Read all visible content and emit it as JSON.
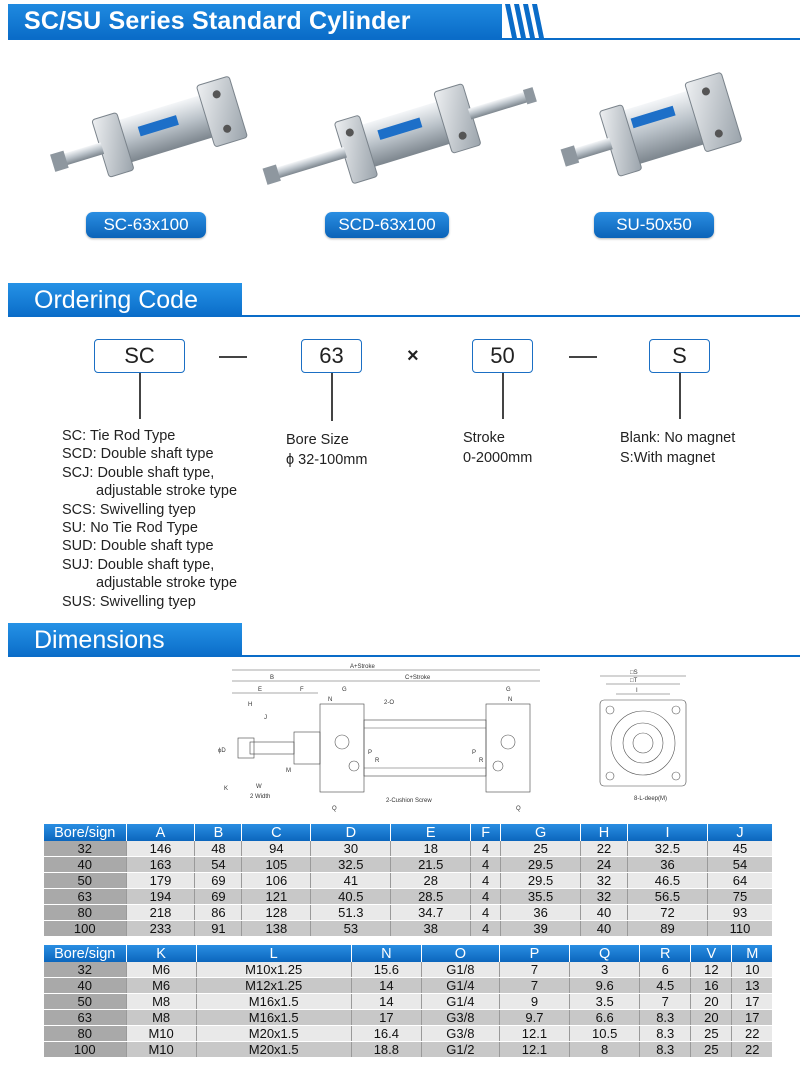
{
  "title": "SC/SU Series Standard Cylinder",
  "colors": {
    "brand_blue": "#0a6cc8",
    "table_header": "#1b73c7",
    "row_dark": "#c8c8c8",
    "row_light": "#e9e9e9"
  },
  "products": [
    {
      "label": "SC-63x100"
    },
    {
      "label": "SCD-63x100"
    },
    {
      "label": "SU-50x50"
    }
  ],
  "sections": {
    "ordering": "Ordering Code",
    "dimensions": "Dimensions"
  },
  "ordering": {
    "boxes": [
      "SC",
      "63",
      "50",
      "S"
    ],
    "times": "×",
    "type_lines": [
      "SC: Tie Rod Type",
      "SCD: Double shaft type",
      "SCJ: Double shaft type,",
      "adjustable stroke type",
      "SCS: Swivelling tyep",
      "SU: No Tie Rod Type",
      "SUD: Double shaft type",
      "SUJ: Double shaft type,",
      "adjustable stroke type",
      "SUS: Swivelling tyep"
    ],
    "bore_title": "Bore Size",
    "bore_range": "ϕ 32-100mm",
    "stroke_title": "Stroke",
    "stroke_range": "0-2000mm",
    "magnet_1": "Blank: No magnet",
    "magnet_2": "S:With magnet"
  },
  "drawing_labels": {
    "a_stroke": "A+Stroke",
    "c_stroke": "C+Stroke",
    "b": "B",
    "e": "E",
    "f": "F",
    "g": "G",
    "h": "H",
    "j": "J",
    "n": "N",
    "two_o": "2-O",
    "p": "P",
    "r": "R",
    "d": "ϕD",
    "k": "K",
    "w": "W",
    "width": "2 Width",
    "m": "M",
    "q": "Q",
    "cushion": "2-Cushion Screw",
    "s": "□S",
    "t": "□T",
    "i": "I",
    "l_deep": "8-L-deep(M)"
  },
  "table1": {
    "headers": [
      "Bore/sign",
      "A",
      "B",
      "C",
      "D",
      "E",
      "F",
      "G",
      "H",
      "I",
      "J"
    ],
    "rows": [
      [
        "32",
        "146",
        "48",
        "94",
        "30",
        "18",
        "4",
        "25",
        "22",
        "32.5",
        "45"
      ],
      [
        "40",
        "163",
        "54",
        "105",
        "32.5",
        "21.5",
        "4",
        "29.5",
        "24",
        "36",
        "54"
      ],
      [
        "50",
        "179",
        "69",
        "106",
        "41",
        "28",
        "4",
        "29.5",
        "32",
        "46.5",
        "64"
      ],
      [
        "63",
        "194",
        "69",
        "121",
        "40.5",
        "28.5",
        "4",
        "35.5",
        "32",
        "56.5",
        "75"
      ],
      [
        "80",
        "218",
        "86",
        "128",
        "51.3",
        "34.7",
        "4",
        "36",
        "40",
        "72",
        "93"
      ],
      [
        "100",
        "233",
        "91",
        "138",
        "53",
        "38",
        "4",
        "39",
        "40",
        "89",
        "110"
      ]
    ]
  },
  "table2": {
    "headers": [
      "Bore/sign",
      "K",
      "L",
      "N",
      "O",
      "P",
      "Q",
      "R",
      "V",
      "M"
    ],
    "rows": [
      [
        "32",
        "M6",
        "M10x1.25",
        "15.6",
        "G1/8",
        "7",
        "3",
        "6",
        "12",
        "10"
      ],
      [
        "40",
        "M6",
        "M12x1.25",
        "14",
        "G1/4",
        "7",
        "9.6",
        "4.5",
        "16",
        "13"
      ],
      [
        "50",
        "M8",
        "M16x1.5",
        "14",
        "G1/4",
        "9",
        "3.5",
        "7",
        "20",
        "17"
      ],
      [
        "63",
        "M8",
        "M16x1.5",
        "17",
        "G3/8",
        "9.7",
        "6.6",
        "8.3",
        "20",
        "17"
      ],
      [
        "80",
        "M10",
        "M20x1.5",
        "16.4",
        "G3/8",
        "12.1",
        "10.5",
        "8.3",
        "25",
        "22"
      ],
      [
        "100",
        "M10",
        "M20x1.5",
        "18.8",
        "G1/2",
        "12.1",
        "8",
        "8.3",
        "25",
        "22"
      ]
    ]
  }
}
